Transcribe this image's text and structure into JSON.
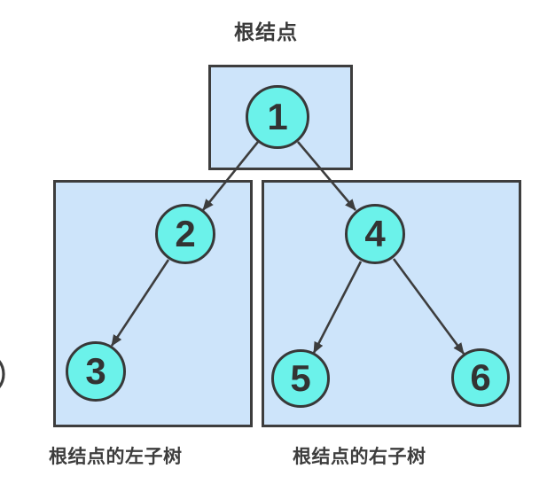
{
  "diagram": {
    "title": "根结点",
    "captions": {
      "left": "根结点的左子树",
      "right": "根结点的右子树"
    }
  },
  "tree": {
    "nodes": [
      {
        "value": "1",
        "region": "root"
      },
      {
        "value": "2",
        "region": "left-subtree"
      },
      {
        "value": "3",
        "region": "left-subtree"
      },
      {
        "value": "4",
        "region": "right-subtree"
      },
      {
        "value": "5",
        "region": "right-subtree"
      },
      {
        "value": "6",
        "region": "right-subtree"
      }
    ],
    "edges": [
      {
        "from": "1",
        "to": "2"
      },
      {
        "from": "1",
        "to": "4"
      },
      {
        "from": "2",
        "to": "3"
      },
      {
        "from": "4",
        "to": "5"
      },
      {
        "from": "4",
        "to": "6"
      }
    ]
  },
  "colors": {
    "node_fill": "#6bf2ea",
    "box_fill": "#cde4fa",
    "stroke": "#3d3d3d",
    "text": "#3a3a3a"
  }
}
